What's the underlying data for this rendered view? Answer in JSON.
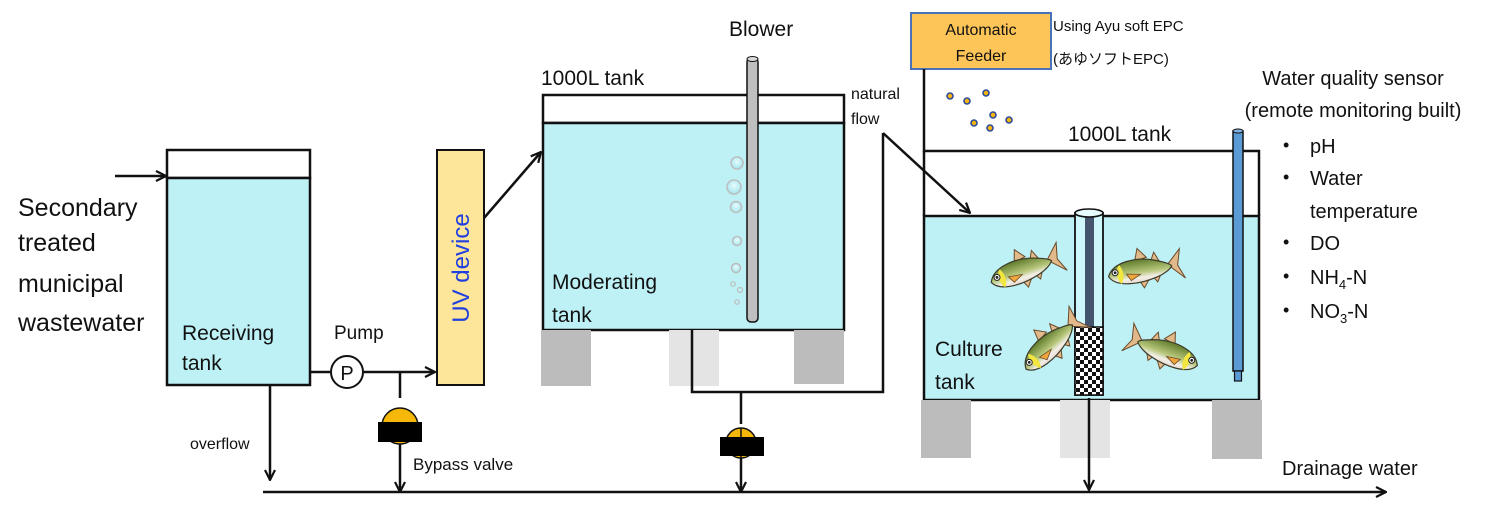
{
  "diagram": {
    "input_label_lines": [
      "Secondary",
      "treated",
      "municipal",
      "wastewater"
    ],
    "receiving_tank": {
      "label_lines": [
        "Receiving",
        "tank"
      ]
    },
    "pump": {
      "label": "Pump",
      "symbol": "P"
    },
    "uv_device": {
      "label": "UV device",
      "label_color": "#1f3fe0",
      "fill": "#fde59a"
    },
    "moderating_tank": {
      "capacity_label": "1000L tank",
      "label_lines": [
        "Moderating",
        "tank"
      ]
    },
    "blower": {
      "label": "Blower"
    },
    "natural_flow": {
      "label_lines": [
        "natural",
        "flow"
      ]
    },
    "automatic_feeder": {
      "label_lines": [
        "Automatic",
        "Feeder"
      ],
      "fill": "#fdc457",
      "border": "#4a72b8"
    },
    "feed_note": {
      "lines": [
        "Using Ayu soft EPC",
        "(あゆソフトEPC)"
      ]
    },
    "culture_tank": {
      "capacity_label": "1000L tank",
      "label_lines": [
        "Culture",
        "tank"
      ],
      "fish_count": 4
    },
    "sensor": {
      "title_lines": [
        "Water quality sensor",
        "(remote monitoring built)"
      ],
      "parameters": [
        {
          "main": "pH",
          "sub": "",
          "tail": ""
        },
        {
          "main": "Water",
          "sub": "",
          "tail": ""
        },
        {
          "main": "temperature",
          "sub": "",
          "tail": "",
          "continuation": true
        },
        {
          "main": "DO",
          "sub": "",
          "tail": ""
        },
        {
          "main": "NH",
          "sub": "4",
          "tail": "-N"
        },
        {
          "main": "NO",
          "sub": "3",
          "tail": "-N"
        }
      ]
    },
    "overflow_label": "overflow",
    "bypass_valve_label": "Bypass valve",
    "drainage_label": "Drainage water",
    "colors": {
      "water": "#bdf1f5",
      "stand_dark": "#bcbcbc",
      "stand_light": "#e4e4e4",
      "valve": "#f5b80a",
      "sensor": "#5b9bd5",
      "blower_pipe": "#bfbfbf"
    }
  }
}
